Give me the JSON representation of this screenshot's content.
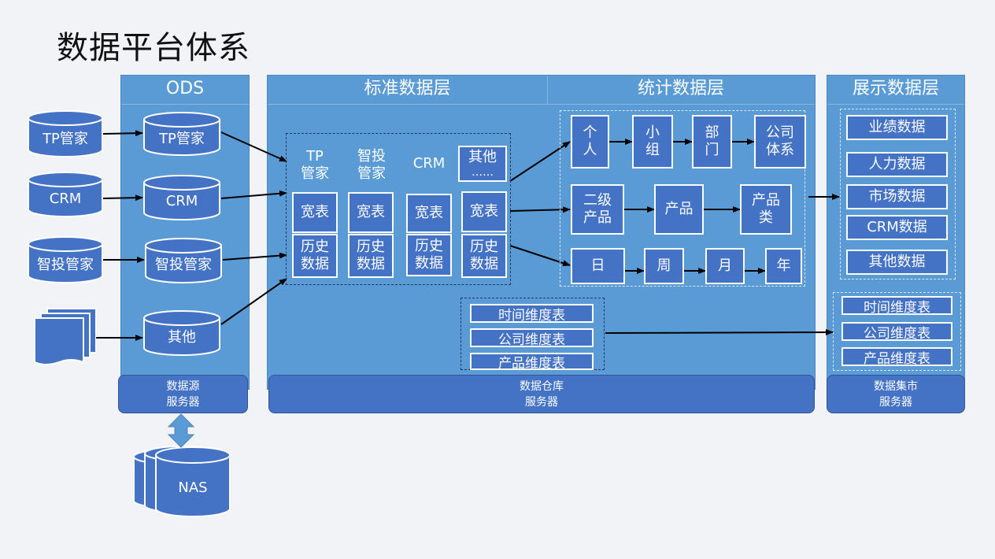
{
  "title": "数据平台体系",
  "sources": [
    "TP管家",
    "CRM",
    "智投管家"
  ],
  "ods": {
    "header": "ODS",
    "items": [
      "TP管家",
      "CRM",
      "智投管家",
      "其他"
    ],
    "server": [
      "数据源",
      "服务器"
    ]
  },
  "standard": {
    "header": "标准数据层",
    "groups": [
      {
        "label": [
          "TP",
          "管家"
        ],
        "wide": "宽表",
        "hist": [
          "历史",
          "数据"
        ]
      },
      {
        "label": [
          "智投",
          "管家"
        ],
        "wide": "宽表",
        "hist": [
          "历史",
          "数据"
        ]
      },
      {
        "label": [
          "CRM"
        ],
        "wide": "宽表",
        "hist": [
          "历史",
          "数据"
        ]
      },
      {
        "label": [
          "其他",
          "……"
        ],
        "wide": "宽表",
        "hist": [
          "历史",
          "数据"
        ]
      }
    ],
    "dims": [
      "时间维度表",
      "公司维度表",
      "产品维度表"
    ]
  },
  "stats": {
    "header": "统计数据层",
    "row1": [
      [
        "个",
        "人"
      ],
      [
        "小",
        "组"
      ],
      [
        "部",
        "门"
      ],
      [
        "公司",
        "体系"
      ]
    ],
    "row2": [
      [
        "二级",
        "产品"
      ],
      [
        "产品"
      ],
      [
        "产品",
        "类"
      ]
    ],
    "row3": [
      "日",
      "周",
      "月",
      "年"
    ]
  },
  "warehouse_server": [
    "数据仓库",
    "服务器"
  ],
  "display": {
    "header": "展示数据层",
    "items": [
      "业绩数据",
      "人力数据",
      "市场数据",
      "CRM数据",
      "其他数据"
    ],
    "dims": [
      "时间维度表",
      "公司维度表",
      "产品维度表"
    ],
    "server": [
      "数据集市",
      "服务器"
    ]
  },
  "nas": "NAS",
  "colors": {
    "panel": "#5b9bd5",
    "box": "#4472c4",
    "cylinder": "#4472c4",
    "arrow": "#000000"
  }
}
